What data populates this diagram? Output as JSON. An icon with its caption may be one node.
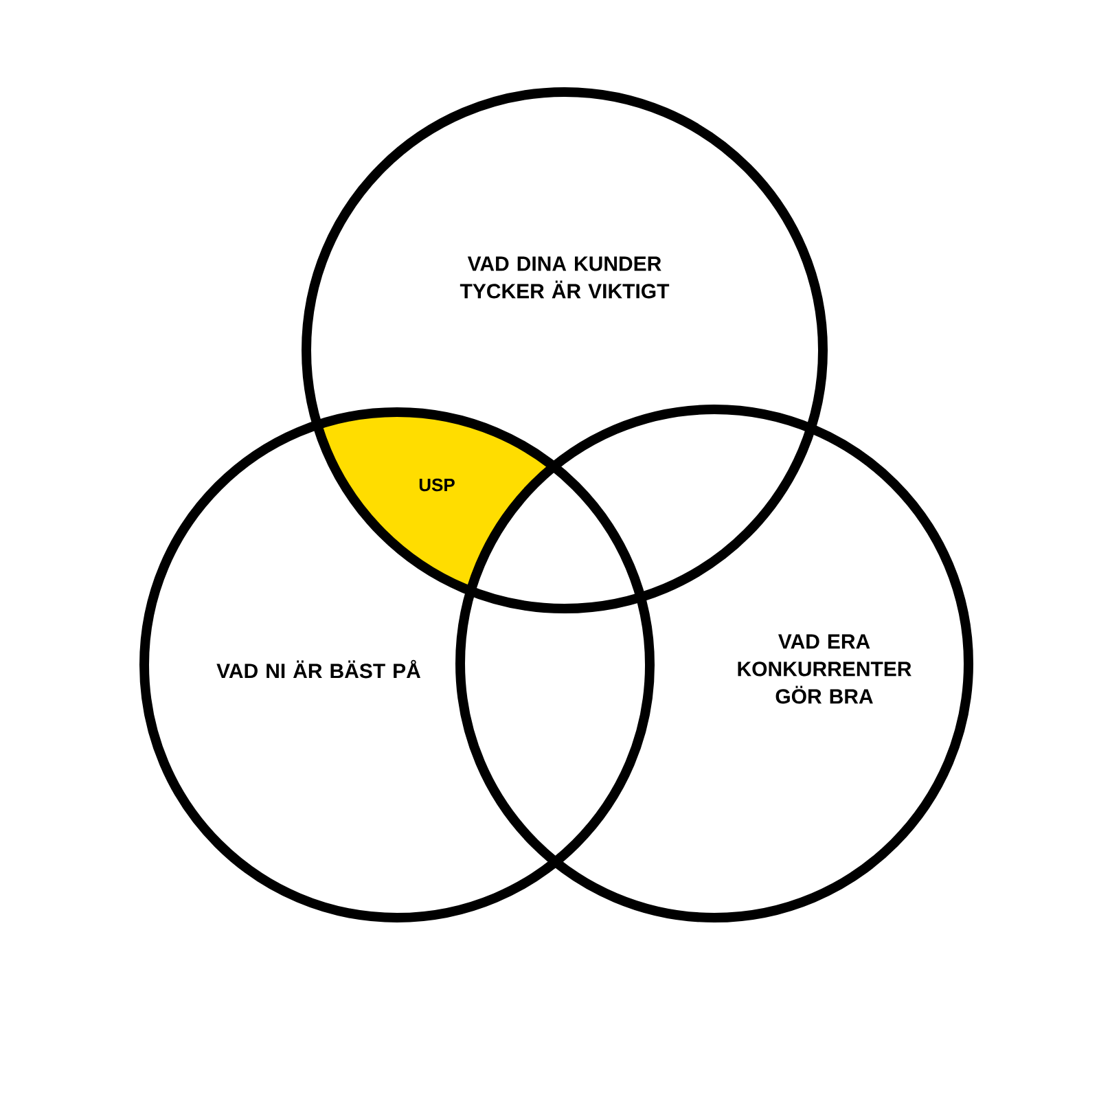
{
  "diagram": {
    "nodes": [
      {
        "text": [
          "VAD DINA KUNDER TYCKER ÄR VIKTIGT"
        ]
      },
      {
        "text": [
          "VAD NI ÄR BÄST PÅ"
        ]
      },
      {
        "text": [
          "VAD ERA KONKURRENTER GÖR BRA"
        ]
      },
      {
        "text": [
          "USP"
        ]
      }
    ]
  }
}
